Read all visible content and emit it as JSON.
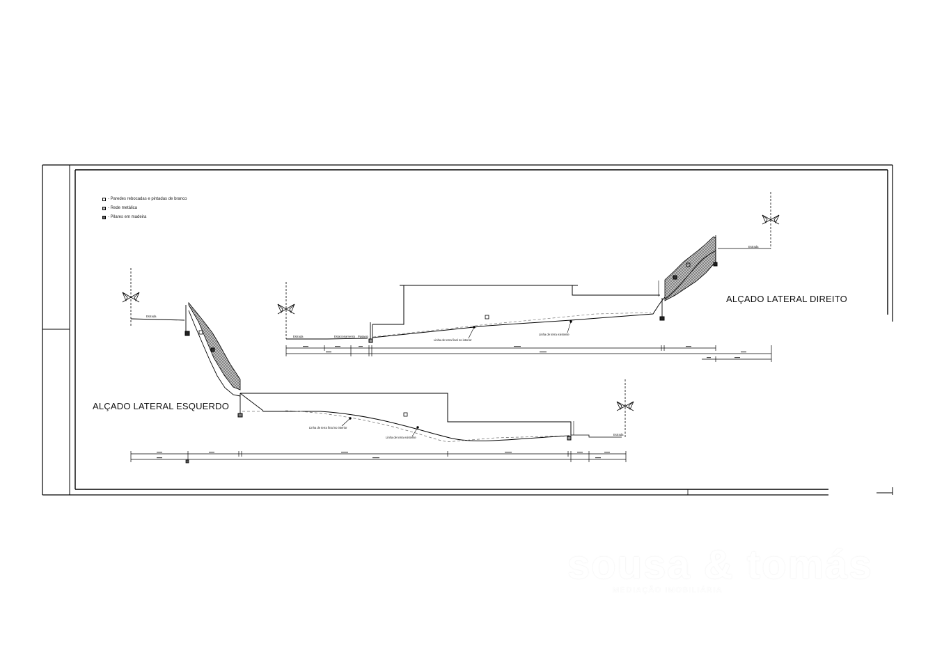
{
  "legend": [
    {
      "label": "- Paredes rebocadas e pintadas de branco",
      "swatch": "plain"
    },
    {
      "label": "- Rede metálica",
      "swatch": "mesh"
    },
    {
      "label": "- Pilares em madeira",
      "swatch": "dark"
    }
  ],
  "elevations": {
    "left_title": "ALÇADO LATERAL ESQUERDO",
    "right_title": "ALÇADO LATERAL DIREITO"
  },
  "left_labels": {
    "street_left": "Estrada",
    "street_right": "Estrada",
    "line_final": "Linha de terra final no interior",
    "line_existing": "Linha de terra existente"
  },
  "right_labels": {
    "street_left": "Estrada",
    "entry": "Estacionamento",
    "passage": "Passeio",
    "street_right": "Estrada",
    "line_final": "Linha de terra final no interior",
    "line_existing": "Linha de terra existente"
  },
  "watermark": {
    "brand": "sousa & tomás",
    "tagline": "MEDIAÇÃO IMOBILIÁRIA"
  },
  "colors": {
    "line": "#000000",
    "hatch": "#555555",
    "dashed": "#888888"
  }
}
